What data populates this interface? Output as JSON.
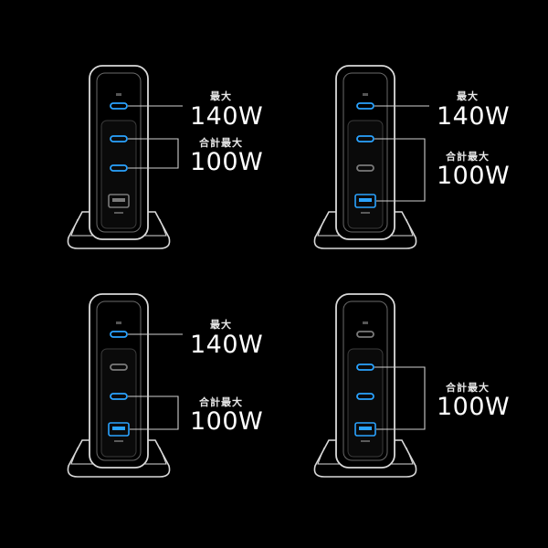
{
  "panels": [
    {
      "id": "top-left",
      "lit_ports": [
        "c1",
        "c2",
        "c3"
      ],
      "callouts": [
        {
          "small": "最大",
          "big": "140W"
        },
        {
          "small": "合計最大",
          "big": "100W"
        }
      ]
    },
    {
      "id": "top-right",
      "lit_ports": [
        "c1",
        "c2",
        "a"
      ],
      "callouts": [
        {
          "small": "最大",
          "big": "140W"
        },
        {
          "small": "合計最大",
          "big": "100W"
        }
      ]
    },
    {
      "id": "bottom-left",
      "lit_ports": [
        "c1",
        "c3",
        "a"
      ],
      "callouts": [
        {
          "small": "最大",
          "big": "140W"
        },
        {
          "small": "合計最大",
          "big": "100W"
        }
      ]
    },
    {
      "id": "bottom-right",
      "lit_ports": [
        "c2",
        "c3",
        "a"
      ],
      "callouts": [
        {
          "small": "合計最大",
          "big": "100W"
        }
      ]
    }
  ],
  "colors": {
    "background": "#000000",
    "outline": "#d9d9d9",
    "port_lit": "#2aa3ff",
    "port_dim": "#7a7a7a",
    "leader": "#cfcfcf"
  }
}
